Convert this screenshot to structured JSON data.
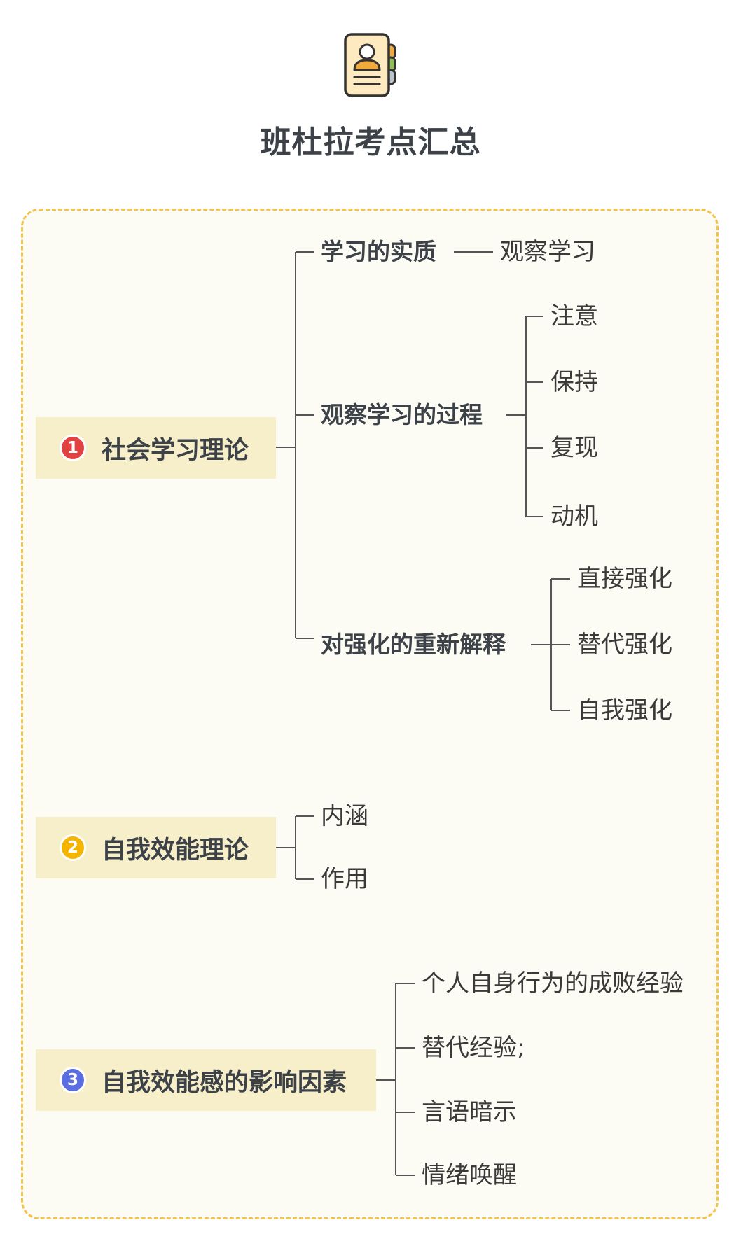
{
  "title": "班杜拉考点汇总",
  "colors": {
    "panel_border": "#f5c34c",
    "panel_bg": "#fdfcf4",
    "node_bg": "#f7efc9",
    "badge_1": "#e14141",
    "badge_2": "#f4b400",
    "badge_3": "#5b6ee1",
    "line": "#555555"
  },
  "icons": {
    "header": "profile-document-icon"
  },
  "branches": [
    {
      "number": "1",
      "label": "社会学习理论",
      "children": [
        {
          "label": "学习的实质",
          "children": [
            "观察学习"
          ]
        },
        {
          "label": "观察学习的过程",
          "children": [
            "注意",
            "保持",
            "复现",
            "动机"
          ]
        },
        {
          "label": "对强化的重新解释",
          "children": [
            "直接强化",
            "替代强化",
            "自我强化"
          ]
        }
      ]
    },
    {
      "number": "2",
      "label": "自我效能理论",
      "children": [
        "内涵",
        "作用"
      ]
    },
    {
      "number": "3",
      "label": "自我效能感的影响因素",
      "children": [
        "个人自身行为的成败经验",
        "替代经验;",
        "言语暗示",
        "情绪唤醒"
      ]
    }
  ]
}
